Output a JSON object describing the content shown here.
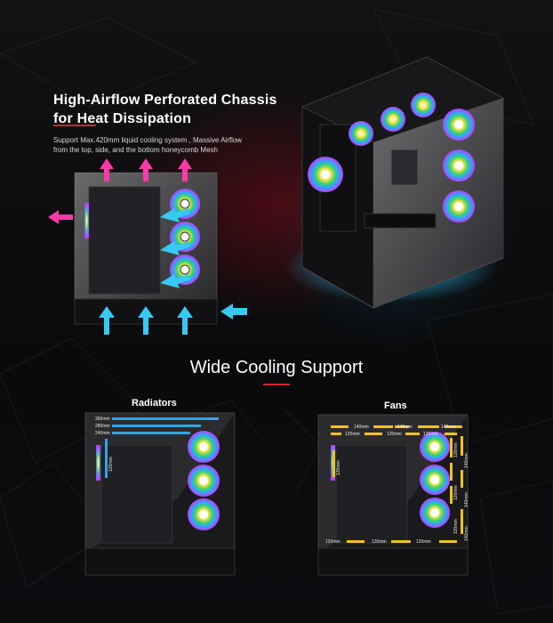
{
  "header": {
    "title_line1": "High-Airflow Perforated Chassis",
    "title_line2": "for Heat Dissipation",
    "description_line1": "Support Max.420mm liquid cooling system , Massive Airflow",
    "description_line2": "from the top, side, and the bottom honeycomb Mesh"
  },
  "section": {
    "title": "Wide Cooling Support"
  },
  "radiators": {
    "title": "Radiators",
    "labels": [
      "360mm",
      "280mm",
      "240mm",
      "120mm"
    ]
  },
  "fans": {
    "title": "Fans",
    "top_labels": [
      "140mm",
      "140mm",
      "140mm",
      "120mm",
      "120mm",
      "120mm"
    ],
    "side_labels": [
      "120mm",
      "120mm",
      "120mm",
      "140mm",
      "140mm",
      "140mm"
    ],
    "rear_label": "120mm",
    "bottom_labels": [
      "120mm",
      "120mm",
      "120mm"
    ]
  },
  "colors": {
    "accent_red": "#d4242d",
    "arrow_pink": "#ff3aa7",
    "arrow_cyan": "#36c9f3",
    "radiator_blue": "#2fa6e8",
    "fan_yellow": "#f2c21a"
  }
}
